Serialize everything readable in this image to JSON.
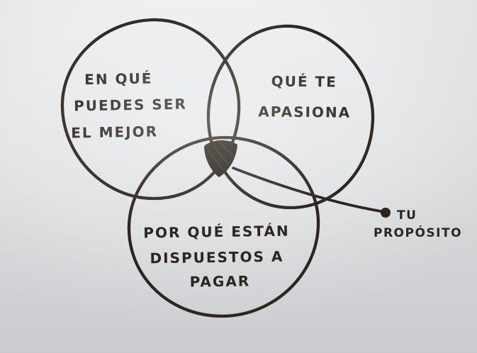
{
  "page": {
    "background_top": "#f0f0f0",
    "background_bottom": "#d4d6d8"
  },
  "diagram": {
    "type": "venn-3-circles-hand-drawn",
    "ink_color": "#2c241e",
    "shade_color": "#261f19",
    "circles": [
      {
        "id": "best",
        "lines": [
          "EN QUÉ",
          "PUEDES SER",
          "EL MEJOR"
        ]
      },
      {
        "id": "passion",
        "lines": [
          "QUÉ TE",
          "APASIONA"
        ]
      },
      {
        "id": "pay",
        "lines": [
          "POR QUÉ ESTÁN",
          "DISPUESTOS A",
          "PAGAR"
        ]
      }
    ],
    "intersection": {
      "shaded": true,
      "label_lines": [
        "TU",
        "PROPÓSITO"
      ]
    }
  }
}
